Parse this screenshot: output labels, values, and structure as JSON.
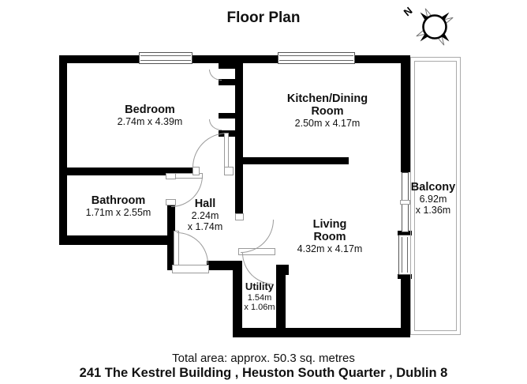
{
  "title": "Floor Plan",
  "compass": {
    "north_label": "N"
  },
  "rooms": {
    "bedroom": {
      "name": "Bedroom",
      "dims": "2.74m x 4.39m"
    },
    "kitchen": {
      "line1": "Kitchen/Dining",
      "line2": "Room",
      "dims": "2.50m x 4.17m"
    },
    "bathroom": {
      "name": "Bathroom",
      "dims": "1.71m x 2.55m"
    },
    "hall": {
      "name": "Hall",
      "dim1": "2.24m",
      "dim2": "x 1.74m"
    },
    "living": {
      "line1": "Living",
      "line2": "Room",
      "dims": "4.32m x 4.17m"
    },
    "utility": {
      "name": "Utility",
      "dim1": "1.54m",
      "dim2": "x 1.06m"
    },
    "balcony": {
      "name": "Balcony",
      "dim1": "6.92m",
      "dim2": "x 1.36m"
    }
  },
  "footer": {
    "total_area": "Total area: approx. 50.3 sq. metres",
    "address": "241 The Kestrel Building , Heuston South Quarter , Dublin 8"
  },
  "colors": {
    "wall": "#000000",
    "line": "#9a9a9a",
    "frame": "#555555",
    "bg": "#ffffff",
    "text": "#111111"
  }
}
